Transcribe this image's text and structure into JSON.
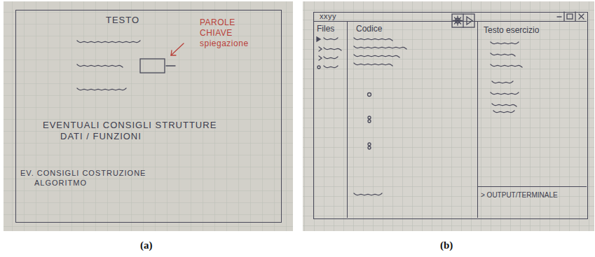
{
  "diagram": {
    "nodes": [
      {
        "text": [
          "TESTO",
          "PAROLE CHIAVE spiegazione",
          "EVENTUALI CONSIGLI STRUTTURE DATI / FUNZIONI",
          "EV. CONSIGLI COSTRUZIONE ALGORITMO"
        ]
      },
      {
        "text": [
          "xxyy"
        ]
      },
      {
        "text": [
          "Files"
        ],
        "in": 1
      },
      {
        "text": [
          "Codice"
        ],
        "in": 1
      },
      {
        "text": [
          "Testo esercizio"
        ],
        "in": 1
      },
      {
        "text": [
          "> OUTPUT/TERMINALE"
        ],
        "in": 1
      }
    ],
    "labels": [
      "(a)",
      "(b)"
    ]
  }
}
